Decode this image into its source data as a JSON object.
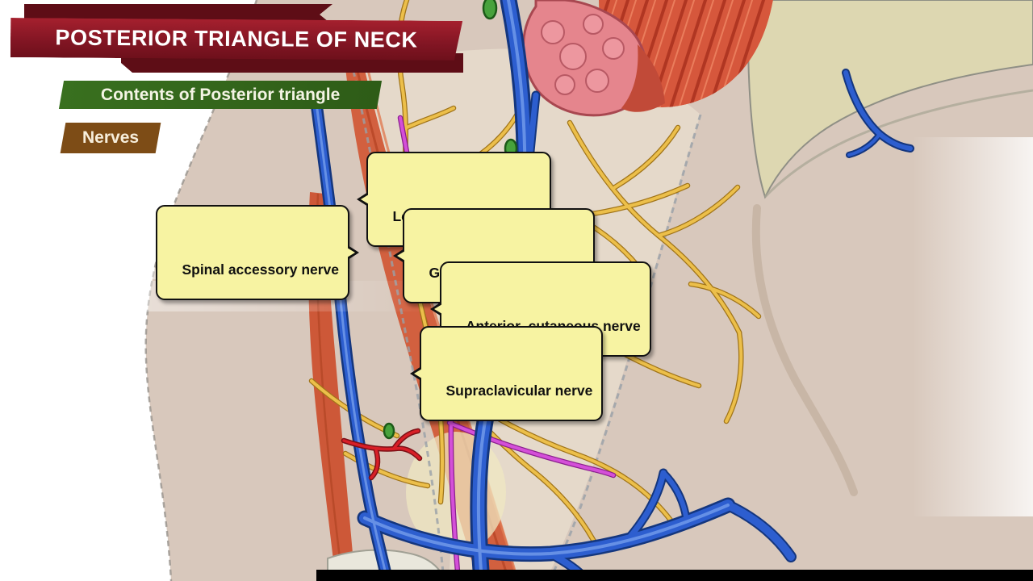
{
  "banners": {
    "title": "POSTERIOR TRIANGLE OF NECK",
    "subtitle": "Contents of Posterior triangle",
    "category": "Nerves"
  },
  "labels": [
    {
      "id": "lesser-occipital-nerve",
      "text": "Lesser occipital nerve"
    },
    {
      "id": "spinal-accessory-nerve",
      "text": "Spinal accessory nerve"
    },
    {
      "id": "greater-auricular-nerve",
      "text": "Greater auricular nerve"
    },
    {
      "id": "anterior-cutaneous-nerve",
      "text": "Anterior  cutaneous nerve"
    },
    {
      "id": "supraclavicular-nerve",
      "text": "Supraclavicular nerve"
    }
  ],
  "colors": {
    "label_bg": "#f7f3a2",
    "banner_red": "#8c1724",
    "banner_red_dark": "#5e0d16",
    "banner_green": "#2e5c17",
    "banner_brown": "#7d4c16",
    "vein_blue": "#2d5ecf",
    "nerve_yellow": "#ecbf4a",
    "nerve_purple": "#d44fd8",
    "artery_red": "#d81f27",
    "muscle_red": "#d2603f",
    "skin": "#d8c8bc"
  }
}
